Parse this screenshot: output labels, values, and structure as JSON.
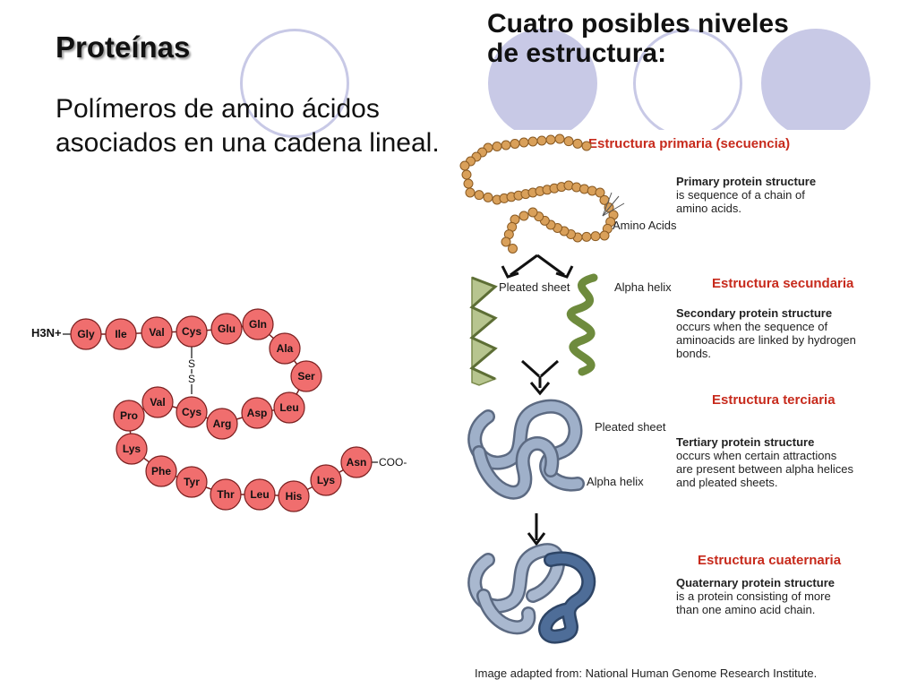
{
  "slide": {
    "title": "Proteínas",
    "subtitle": "Polímeros de amino ácidos asociados en una cadena lineal.",
    "levels_title": "Cuatro posibles niveles de estructura:"
  },
  "chain": {
    "n_terminus": "H3N+",
    "c_terminus": "COO-",
    "disulfide": [
      "S",
      "S"
    ],
    "residues": [
      "Gly",
      "Ile",
      "Val",
      "Cys",
      "Glu",
      "Gln",
      "Ala",
      "Ser",
      "Leu",
      "Asp",
      "Arg",
      "Cys",
      "Val",
      "Pro",
      "Lys",
      "Phe",
      "Tyr",
      "Thr",
      "Leu",
      "His",
      "Lys",
      "Asn"
    ]
  },
  "levels": [
    {
      "label_es": "Estructura primaria (secuencia)",
      "heading_en": "Primary protein structure",
      "text_en": [
        "is sequence of a chain of",
        "amino acids."
      ]
    },
    {
      "label_es": "Estructura secundaria",
      "heading_en": "Secondary protein structure",
      "text_en": [
        "occurs when the sequence of",
        "aminoacids are linked by hydrogen",
        "bonds."
      ]
    },
    {
      "label_es": "Estructura terciaria",
      "heading_en": "Tertiary protein structure",
      "text_en": [
        "occurs when certain attractions",
        "are present between alpha helices",
        "and pleated sheets."
      ]
    },
    {
      "label_es": "Estructura cuaternaria",
      "heading_en": "Quaternary protein structure",
      "text_en": [
        "is a protein consisting of more",
        "than one amino acid chain."
      ]
    }
  ],
  "diagram_labels": {
    "amino_acids": "Amino Acids",
    "pleated_sheet": "Pleated sheet",
    "alpha_helix": "Alpha helix",
    "tertiary_pleated_sheet": "Pleated sheet",
    "tertiary_alpha_helix": "Alpha helix"
  },
  "credit": "Image adapted from: National Human Genome Research Institute.",
  "colors": {
    "accent_circle": "#c8c9e6",
    "label_red": "#c72a1c",
    "residue_fill": "#f06e6e",
    "chain_tan": "#d9a05a",
    "helix_green": "#6e8b3d",
    "protein_blue": "#8a9bb5"
  }
}
